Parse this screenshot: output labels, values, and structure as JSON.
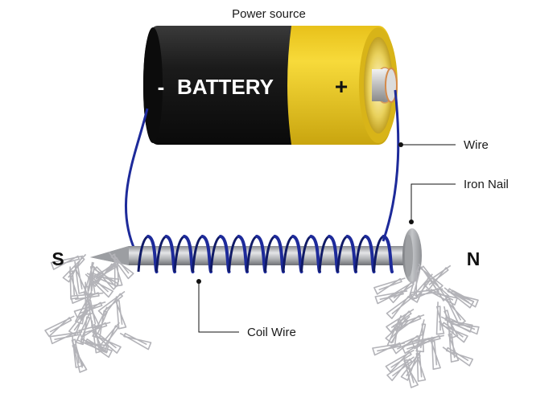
{
  "labels": {
    "power_source": "Power source",
    "wire": "Wire",
    "iron_nail": "Iron Nail",
    "coil_wire": "Coil Wire",
    "south": "S",
    "north": "N"
  },
  "battery": {
    "label": "BATTERY",
    "negative": "-",
    "positive": "+"
  },
  "colors": {
    "battery_black": "#161616",
    "battery_yellow": "#f0cd1e",
    "wire_blue": "#1d2a9a",
    "nail_gray": "#a9abae",
    "leader_line": "#111111",
    "paperclip": "#b8b8bc"
  },
  "icons": [
    "battery-icon",
    "iron-nail-icon",
    "coil-icon",
    "paperclip-icon"
  ]
}
